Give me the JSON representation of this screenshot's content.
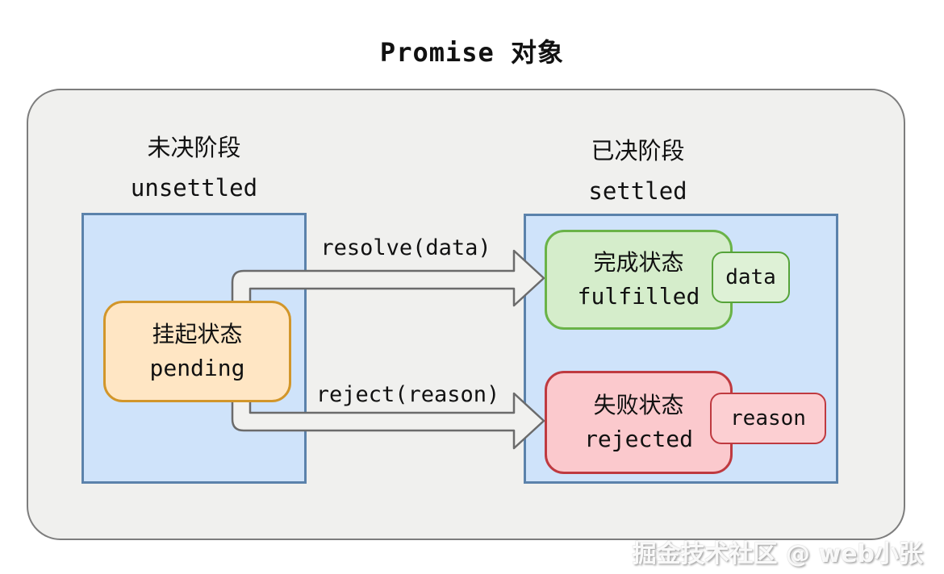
{
  "title": "Promise 对象",
  "stages": {
    "unsettled": {
      "zh": "未决阶段",
      "en": "unsettled"
    },
    "settled": {
      "zh": "已决阶段",
      "en": "settled"
    }
  },
  "states": {
    "pending": {
      "zh": "挂起状态",
      "en": "pending"
    },
    "fulfilled": {
      "zh": "完成状态",
      "en": "fulfilled",
      "payload": "data"
    },
    "rejected": {
      "zh": "失败状态",
      "en": "rejected",
      "payload": "reason"
    }
  },
  "transitions": {
    "resolve": "resolve(data)",
    "reject": "reject(reason)"
  },
  "watermark": "掘金技术社区 @ web小张",
  "colors": {
    "container_bg": "#f0f0ee",
    "container_border": "#7d7d7d",
    "stage_panel_fill": "#cfe3fa",
    "stage_panel_border": "#5b82ab",
    "pending_fill": "#ffe6c4",
    "pending_border": "#d2962a",
    "fulfilled_fill": "#d5edcb",
    "fulfilled_border": "#6ab348",
    "rejected_fill": "#fbc9cd",
    "rejected_border": "#bf3a40",
    "arrow_fill": "#f1f1ef",
    "arrow_border": "#6b6b6b",
    "text": "#111111"
  }
}
